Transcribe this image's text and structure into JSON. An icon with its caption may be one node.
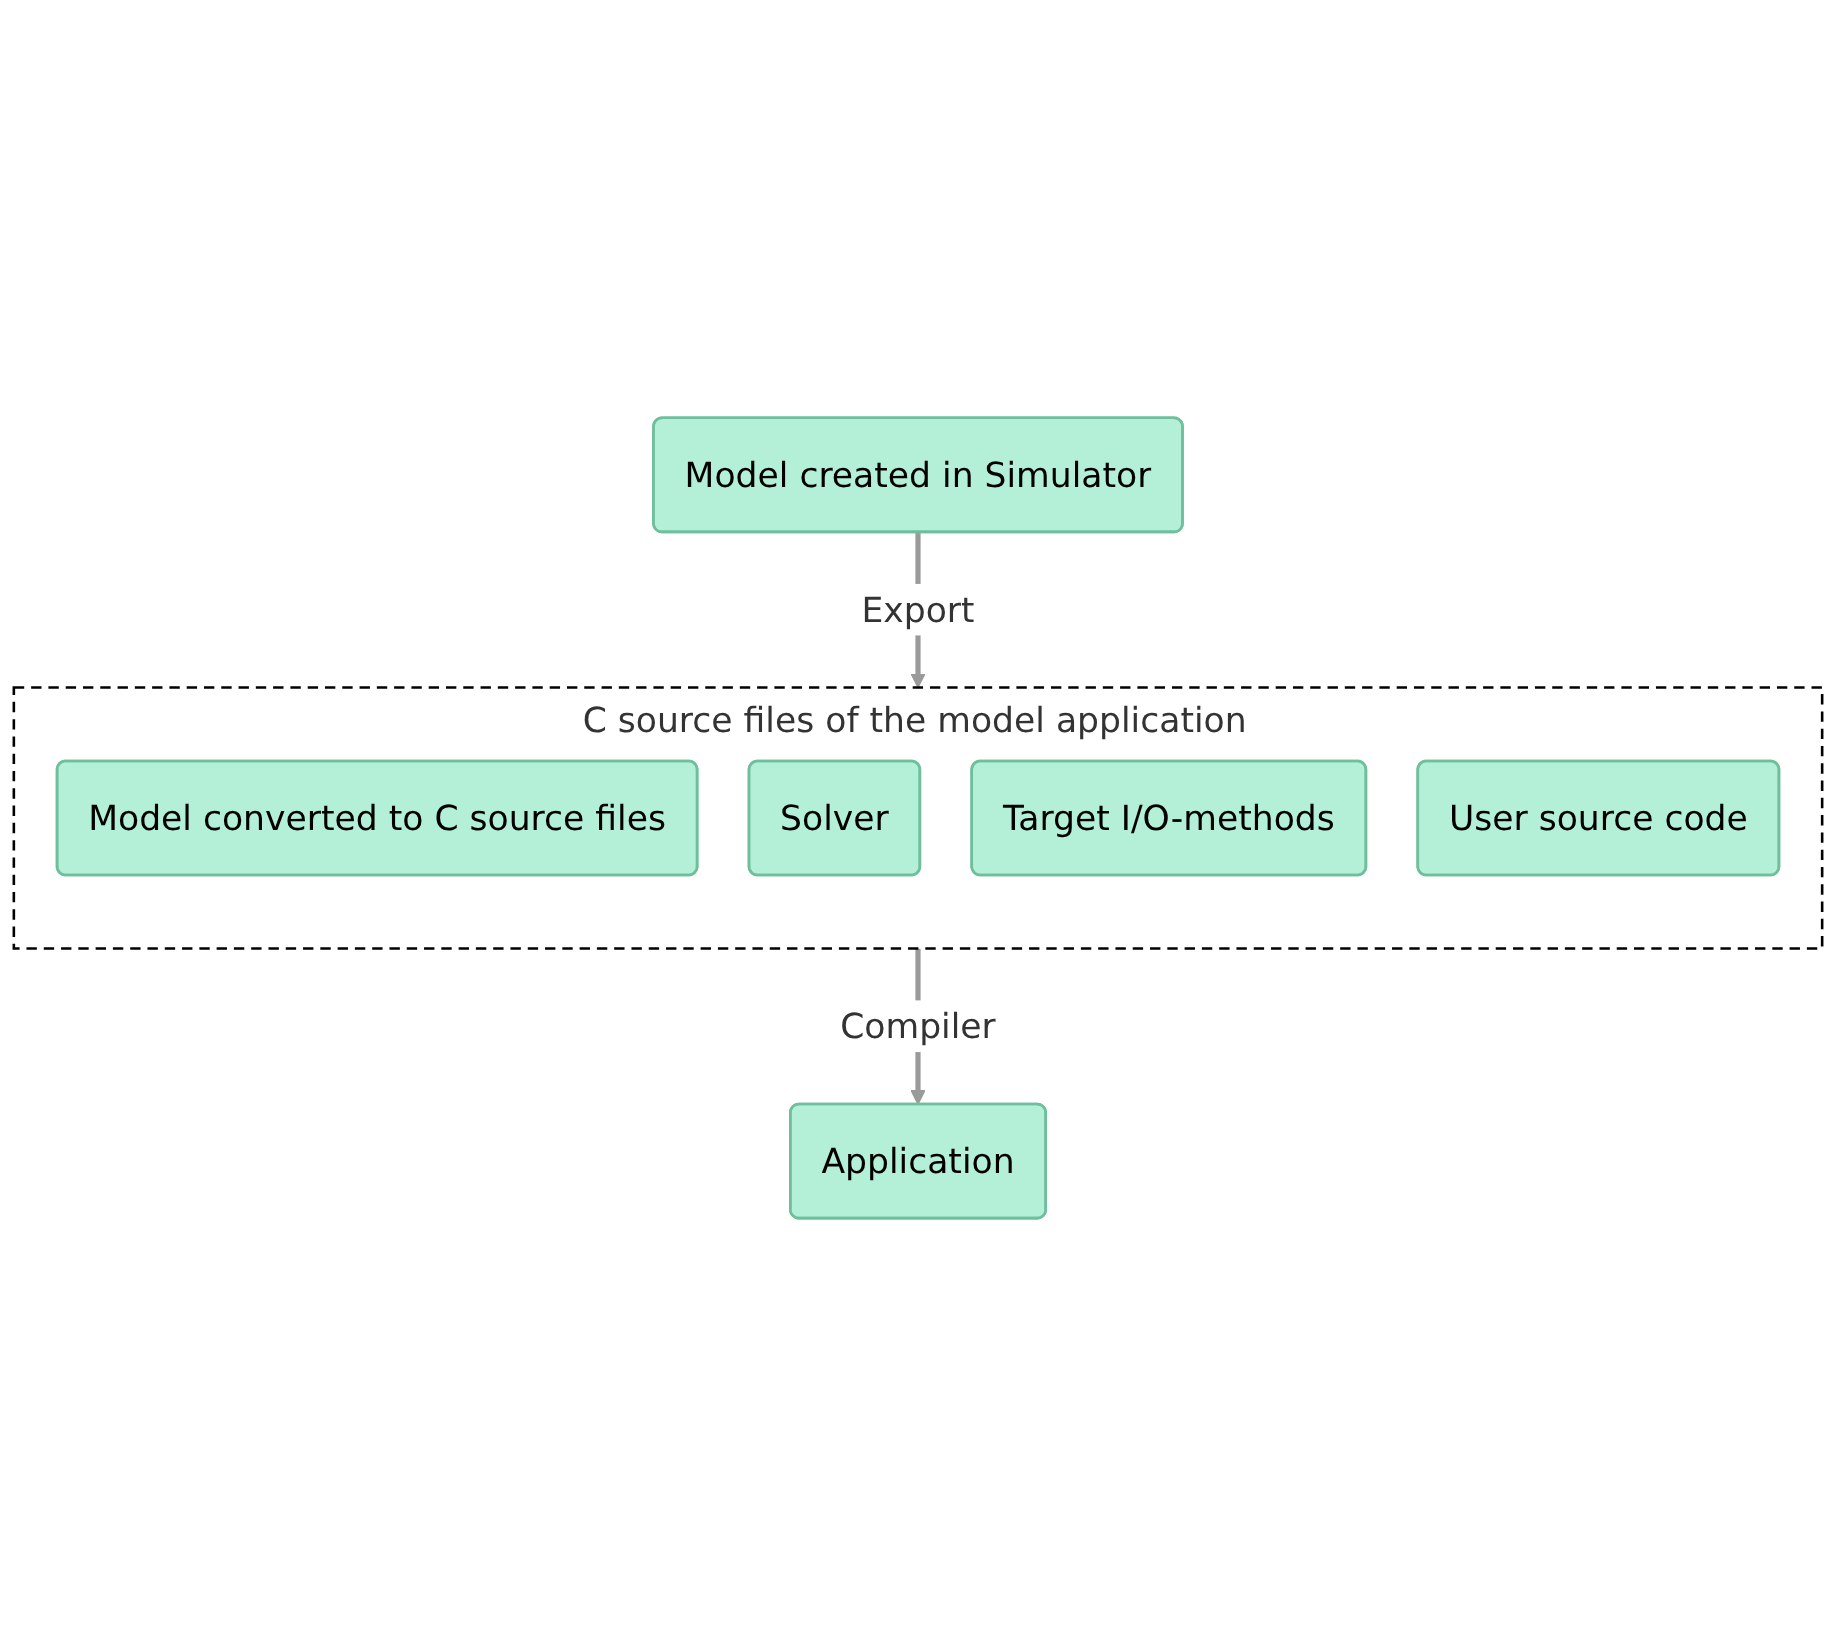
{
  "diagram": {
    "nodes": [
      {
        "text": [
          "Model created in Simulator"
        ]
      },
      {
        "text": [
          "C source files of the model application"
        ]
      },
      {
        "text": [
          "Model converted to C source files"
        ],
        "in": 1
      },
      {
        "text": [
          "Solver"
        ],
        "in": 1
      },
      {
        "text": [
          "Target I/O-methods"
        ],
        "in": 1
      },
      {
        "text": [
          "User source code"
        ],
        "in": 1
      },
      {
        "text": [
          "Application"
        ]
      }
    ],
    "edges": [
      {
        "from": 0,
        "to": 1,
        "arrow": "to",
        "label": "Export"
      },
      {
        "from": 1,
        "to": 6,
        "arrow": "to",
        "label": "Compiler"
      }
    ]
  }
}
